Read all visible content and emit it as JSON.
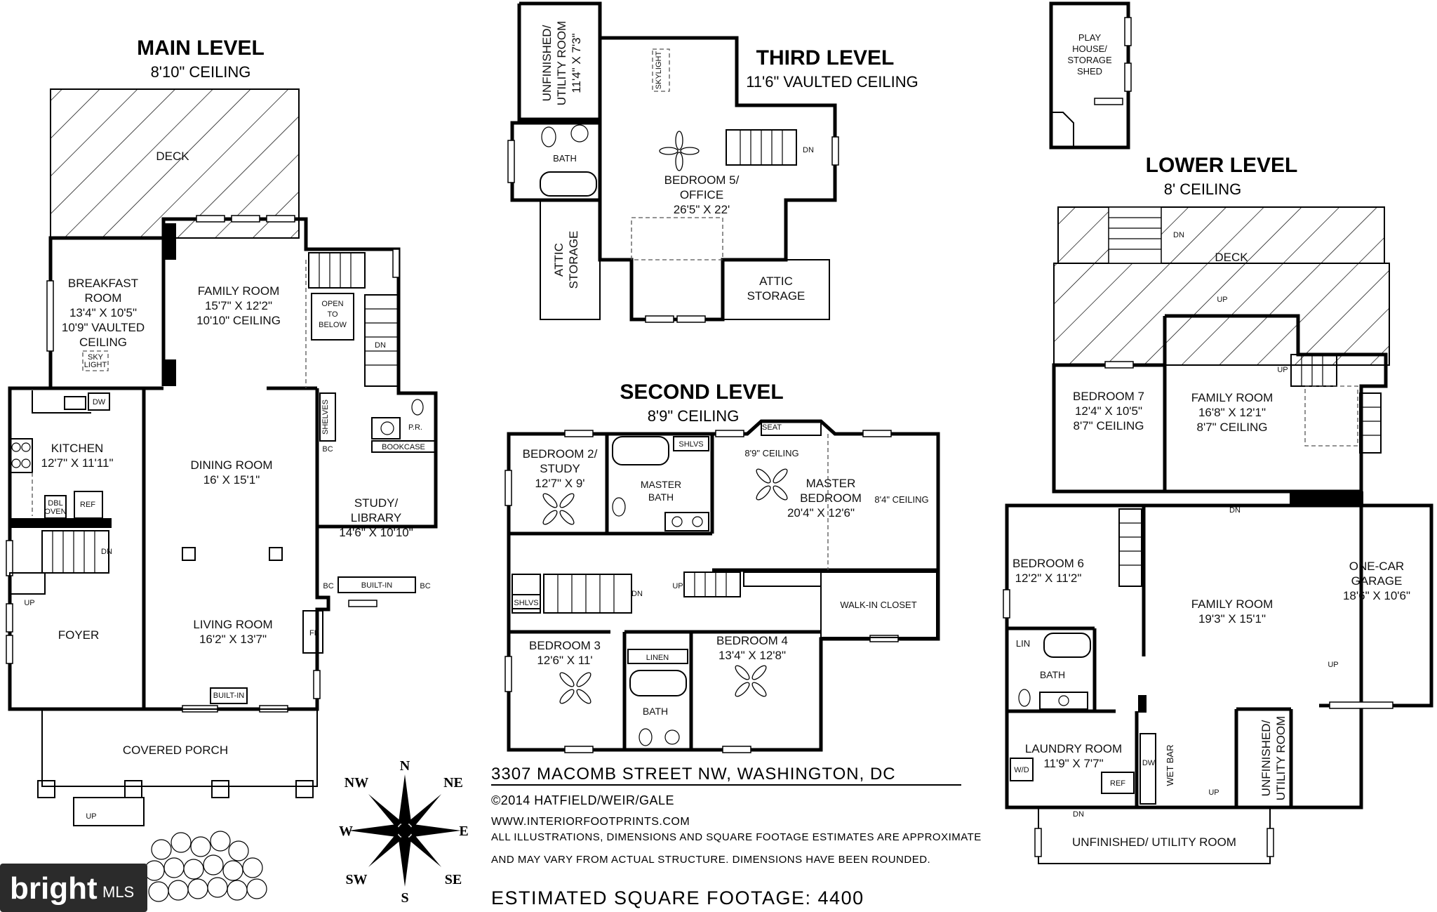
{
  "main_level": {
    "title": "MAIN LEVEL",
    "ceiling": "8'10\" CEILING",
    "deck": "DECK",
    "breakfast": [
      "BREAKFAST",
      "ROOM",
      "13'4\" X 10'5\"",
      "10'9\" VAULTED",
      "CEILING"
    ],
    "skylight": [
      "SKY",
      "LIGHT"
    ],
    "family_room": [
      "FAMILY ROOM",
      "15'7\" X 12'2\"",
      "10'10\" CEILING"
    ],
    "open_below": [
      "OPEN",
      "TO",
      "BELOW"
    ],
    "dn": "DN",
    "up": "UP",
    "kitchen": [
      "KITCHEN",
      "12'7\" X 11'11\""
    ],
    "dw": "DW",
    "dbl_oven": [
      "DBL",
      "OVEN"
    ],
    "ref": "REF",
    "dining": [
      "DINING ROOM",
      "16' X 15'1\""
    ],
    "shelves": "SHELVES",
    "pr": "P.R.",
    "bookcase": "BOOKCASE",
    "bc": "BC",
    "study": [
      "STUDY/",
      "LIBRARY",
      "14'6\" X 10'10\""
    ],
    "built_in": "BUILT-IN",
    "foyer": "FOYER",
    "living": [
      "LIVING ROOM",
      "16'2\" X 13'7\""
    ],
    "fp": "FP",
    "covered_porch": "COVERED PORCH"
  },
  "third_level": {
    "title": "THIRD LEVEL",
    "ceiling": "11'6\" VAULTED CEILING",
    "utility": [
      "UNFINISHED/",
      "UTILITY ROOM",
      "11'4\" X 7'3\""
    ],
    "skylight": "SKYLIGHT",
    "bath": "BATH",
    "bedroom5": [
      "BEDROOM 5/",
      "OFFICE",
      "26'5\" X 22'"
    ],
    "dn": "DN",
    "attic_left": [
      "ATTIC",
      "STORAGE"
    ],
    "attic_right": [
      "ATTIC",
      "STORAGE"
    ]
  },
  "play_house": [
    "PLAY",
    "HOUSE/",
    "STORAGE",
    "SHED"
  ],
  "second_level": {
    "title": "SECOND LEVEL",
    "ceiling": "8'9\" CEILING",
    "seat": "SEAT",
    "bedroom2": [
      "BEDROOM 2/",
      "STUDY",
      "12'7\" X 9'"
    ],
    "shlvs": "SHLVS",
    "master_bath": [
      "MASTER",
      "BATH"
    ],
    "master_ceiling": "8'9\" CEILING",
    "master_bedroom": [
      "MASTER",
      "BEDROOM",
      "20'4\" X 12'6\""
    ],
    "ceiling_84": "8'4\" CEILING",
    "dn": "DN",
    "up": "UP",
    "walk_in": "WALK-IN CLOSET",
    "bedroom3": [
      "BEDROOM 3",
      "12'6\" X 11'"
    ],
    "linen": "LINEN",
    "bedroom4": [
      "BEDROOM 4",
      "13'4\" X 12'8\""
    ],
    "bath": "BATH"
  },
  "lower_level": {
    "title": "LOWER LEVEL",
    "ceiling": "8' CEILING",
    "deck": "DECK",
    "dn": "DN",
    "up": "UP",
    "bedroom7": [
      "BEDROOM 7",
      "12'4\" X 10'5\"",
      "8'7\" CEILING"
    ],
    "family_top": [
      "FAMILY ROOM",
      "16'8\" X 12'1\"",
      "8'7\" CEILING"
    ],
    "bedroom6": [
      "BEDROOM 6",
      "12'2\" X 11'2\""
    ],
    "family_main": [
      "FAMILY ROOM",
      "19'3\" X 15'1\""
    ],
    "garage": [
      "ONE-CAR",
      "GARAGE",
      "18'6\" X 10'6\""
    ],
    "lin": "LIN",
    "bath": "BATH",
    "laundry": [
      "LAUNDRY ROOM",
      "11'9\" X 7'7\""
    ],
    "wd": "W/D",
    "dw": "DW",
    "ref": "REF",
    "wet_bar": "WET BAR",
    "utility_right": [
      "UNFINISHED/",
      "UTILITY ROOM"
    ],
    "utility_bottom": "UNFINISHED/ UTILITY ROOM"
  },
  "footer": {
    "address": "3307 MACOMB STREET NW, WASHINGTON, DC",
    "copyright": "©2014 HATFIELD/WEIR/GALE",
    "website": "WWW.INTERIORFOOTPRINTS.COM",
    "disclaimer1": "ALL ILLUSTRATIONS, DIMENSIONS AND SQUARE FOOTAGE ESTIMATES ARE APPROXIMATE",
    "disclaimer2": "AND MAY VARY FROM ACTUAL STRUCTURE. DIMENSIONS HAVE BEEN ROUNDED.",
    "square_footage": "ESTIMATED SQUARE FOOTAGE: 4400"
  },
  "compass": {
    "n": "N",
    "ne": "NE",
    "e": "E",
    "se": "SE",
    "s": "S",
    "sw": "SW",
    "w": "W",
    "nw": "NW"
  },
  "watermark": {
    "brand": "bright",
    "suffix": "MLS"
  }
}
